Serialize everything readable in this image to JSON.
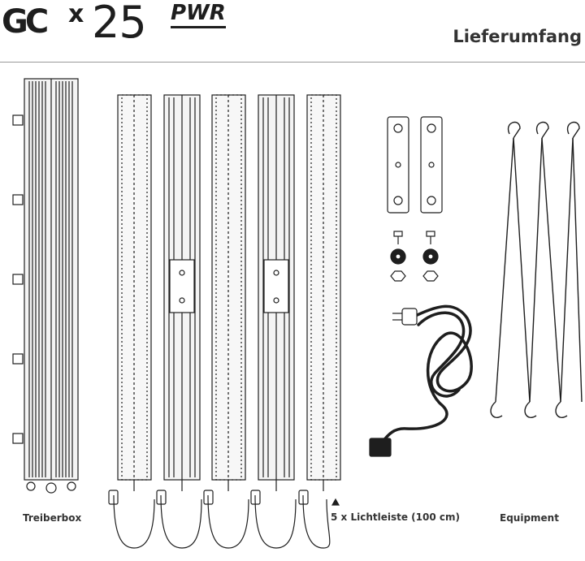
{
  "brand": {
    "logo_letters": "GC",
    "logo_x": "x",
    "logo_number": "25",
    "logo_suffix": "PWR"
  },
  "header": {
    "title": "Lieferumfang"
  },
  "items": {
    "driver_label": "Treiberbox",
    "bars_label": "5 x Lichtleiste (100 cm)",
    "equipment_label": "Equipment"
  },
  "colors": {
    "ink": "#1e1e1e",
    "rule": "#9a9a9a"
  }
}
